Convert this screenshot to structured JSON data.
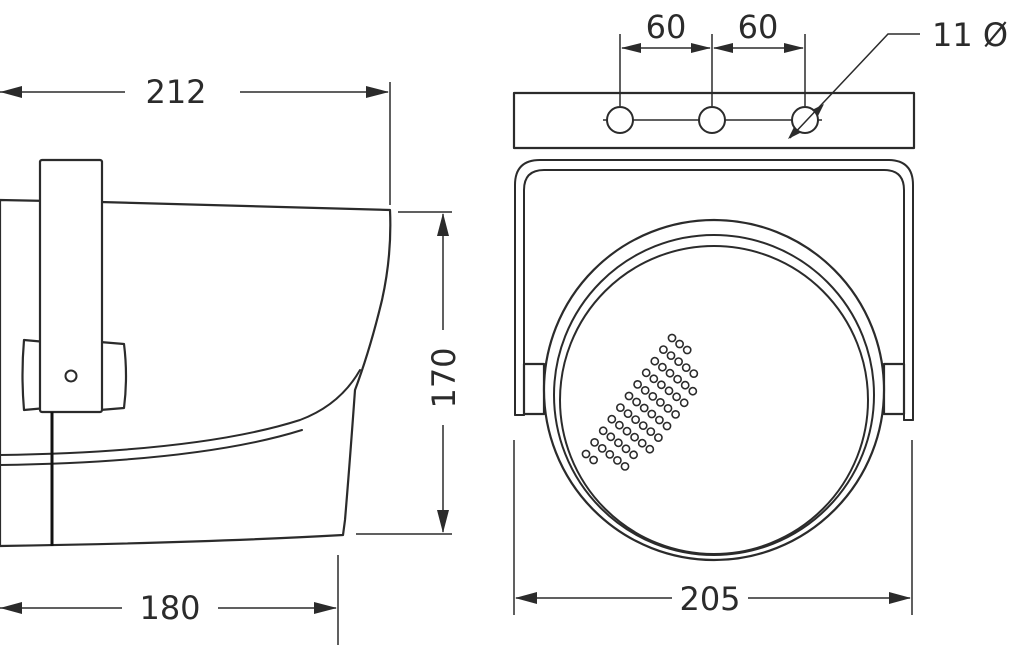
{
  "dimensions": {
    "side_width": "212",
    "side_height": "170",
    "side_depth": "180",
    "front_width": "205",
    "hole_spacing_1": "60",
    "hole_spacing_2": "60",
    "hole_diameter": "11 Ø"
  },
  "colors": {
    "line": "#2b2b2b",
    "background": "#ffffff"
  }
}
